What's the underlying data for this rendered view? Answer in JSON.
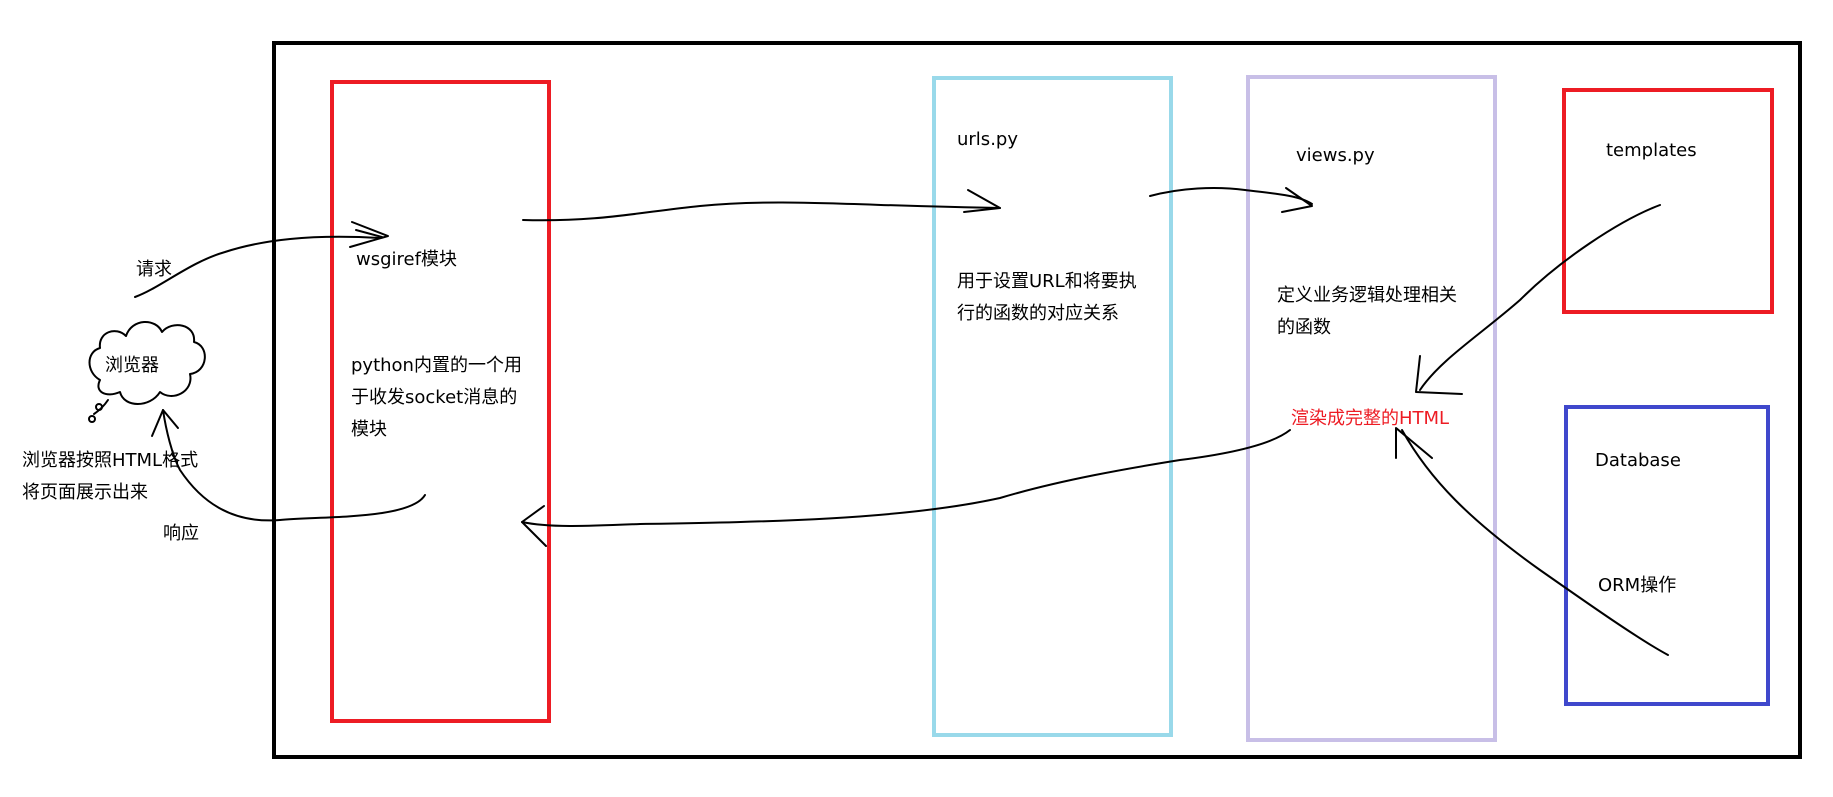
{
  "browser": {
    "label": "浏览器",
    "request_label": "请求",
    "response_label": "响应",
    "render_note": "浏览器按照HTML格式\n将页面展示出来"
  },
  "wsgi": {
    "title": "wsgiref模块",
    "description": "python内置的一个用\n于收发socket消息的\n模块"
  },
  "urls": {
    "title": "urls.py",
    "description": "用于设置URL和将要执\n行的函数的对应关系"
  },
  "views": {
    "title": "views.py",
    "description": "定义业务逻辑处理相关\n的函数",
    "render_label": "渲染成完整的HTML"
  },
  "templates": {
    "title": "templates"
  },
  "database": {
    "title": "Database",
    "orm_label": "ORM操作"
  },
  "colors": {
    "wsgi_box": "#ed1c24",
    "urls_box": "#99d9ea",
    "views_box": "#c8bfe7",
    "templates_box": "#ed1c24",
    "database_box": "#3f48cc",
    "render_text": "#ed1c24",
    "frame": "#000000"
  }
}
